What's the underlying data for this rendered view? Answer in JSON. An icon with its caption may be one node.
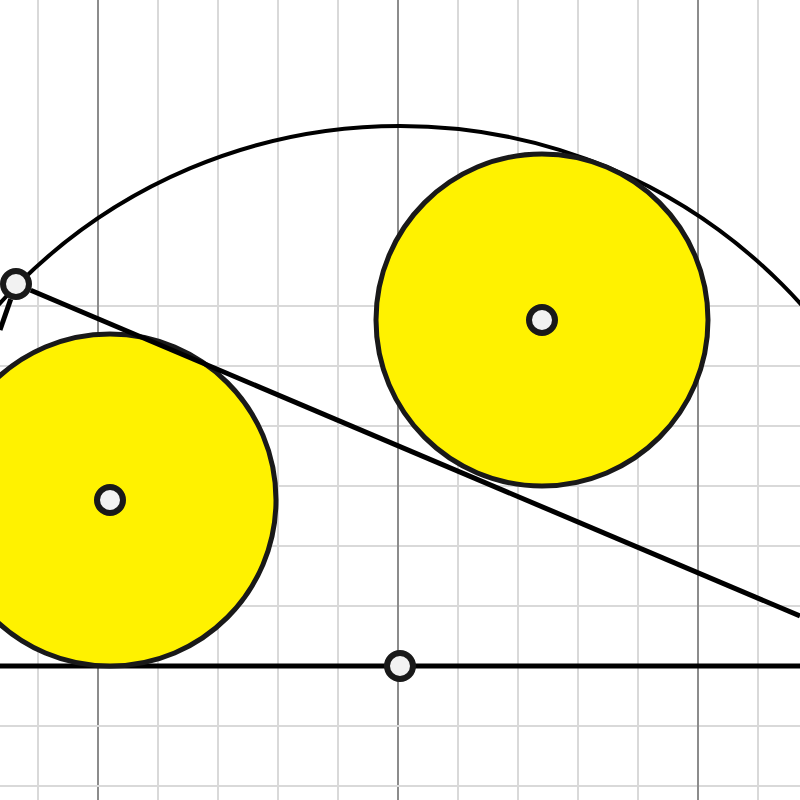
{
  "diagram": {
    "nodes": [
      {
        "text": [],
        "shape": "circle"
      },
      {
        "text": [],
        "shape": "circle"
      },
      {
        "text": [],
        "shape": "circle"
      },
      {
        "text": [],
        "shape": "circle"
      },
      {
        "text": [],
        "shape": "circle",
        "in": 0
      },
      {
        "text": [],
        "shape": "circle",
        "in": 1
      }
    ],
    "edges": [
      {
        "from": 2,
        "to": null,
        "arrow": "none"
      },
      {
        "from": 2,
        "to": null,
        "arrow": "none"
      }
    ]
  }
}
